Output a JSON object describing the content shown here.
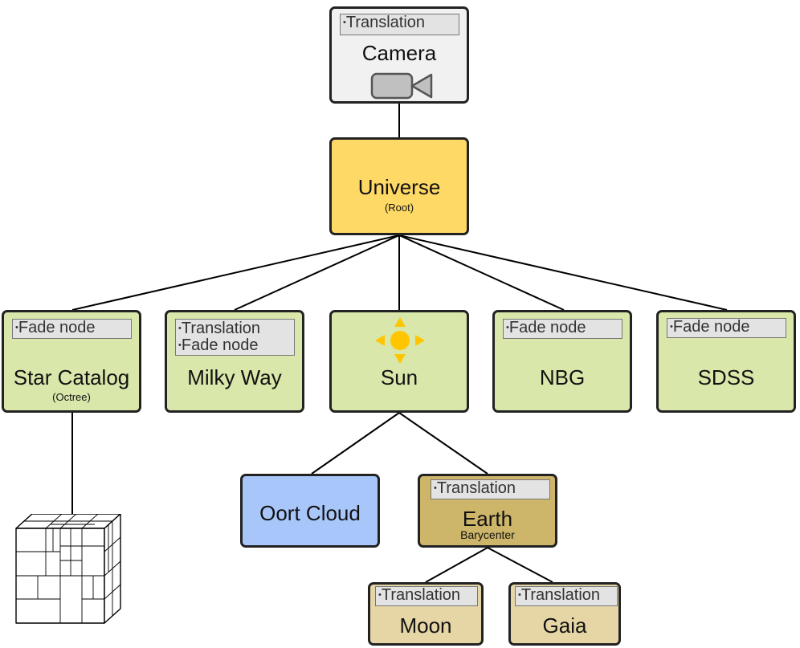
{
  "colors": {
    "camera": "#f1f1f1",
    "universe": "#fed966",
    "level2": "#d9e7ab",
    "oort": "#a8c6fa",
    "earth": "#cdb56a",
    "moon": "#e6d6a6",
    "sun_icon": "#ffc600",
    "edge": "#000000"
  },
  "camera": {
    "tag": "Translation",
    "title": "Camera",
    "icon": "video-camera-icon"
  },
  "universe": {
    "title": "Universe",
    "sub": "(Root)"
  },
  "star_catalog": {
    "tag": "Fade node",
    "title": "Star Catalog",
    "sub": "(Octree)",
    "icon": "octree-cube-icon"
  },
  "milky_way": {
    "tags": [
      "Translation",
      "Fade node"
    ],
    "title": "Milky Way"
  },
  "sun": {
    "title": "Sun",
    "icon": "sun-icon"
  },
  "nbg": {
    "tag": "Fade node",
    "title": "NBG"
  },
  "sdss": {
    "tag": "Fade node",
    "title": "SDSS"
  },
  "oort_cloud": {
    "title": "Oort Cloud"
  },
  "earth": {
    "tag": "Translation",
    "title": "Earth",
    "sub": "Barycenter"
  },
  "moon": {
    "tag": "Translation",
    "title": "Moon"
  },
  "gaia": {
    "tag": "Translation",
    "title": "Gaia"
  },
  "bullet": "•"
}
